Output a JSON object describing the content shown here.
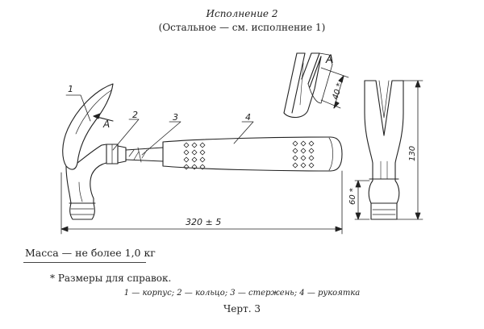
{
  "title": "Исполнение 2",
  "subtitle": "(Остальное — см. исполнение 1)",
  "labels": {
    "part1": "1",
    "part2": "2",
    "part3": "3",
    "part4": "4",
    "view_a_arrow": "A",
    "view_a": "A"
  },
  "dimensions": {
    "length": "320 ± 5",
    "claw_slot": "40 *",
    "head_height": "130",
    "ring_offset": "60 *"
  },
  "mass_line": "Масса — не более 1,0 кг",
  "reference_note": "* Размеры для справок.",
  "legend": "1 — корпус; 2 — кольцо; 3 — стержень; 4 — рукоятка",
  "sheet_label": "Черт. 3"
}
